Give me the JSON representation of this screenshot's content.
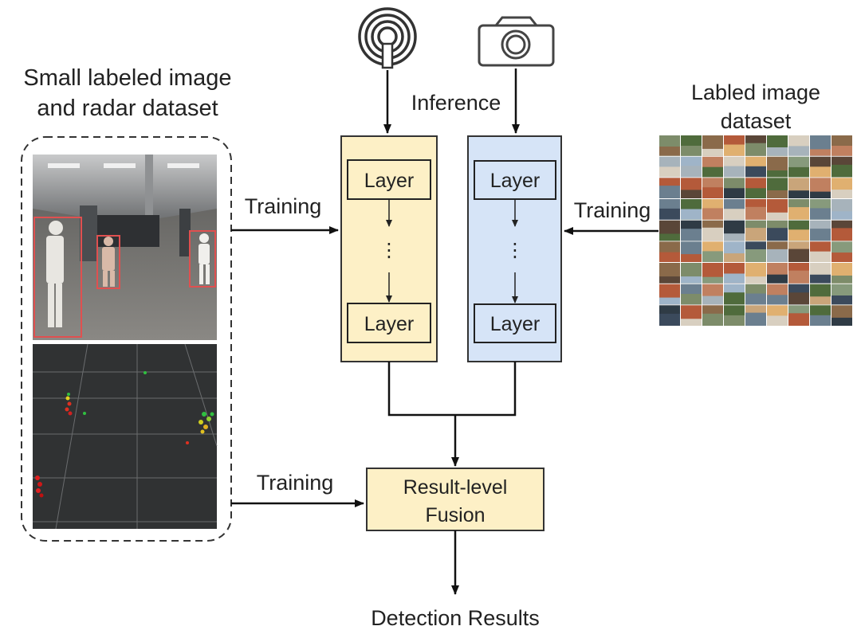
{
  "left_dataset": {
    "title_line1": "Small labeled image",
    "title_line2": "and radar dataset"
  },
  "right_dataset": {
    "title_line1": "Labled image",
    "title_line2": "dataset"
  },
  "inference_label": "Inference",
  "training_labels": {
    "to_radar_branch": "Training",
    "to_camera_branch": "Training",
    "to_fusion": "Training"
  },
  "radar_branch": {
    "top_layer": "Layer",
    "ellipsis": "⋮",
    "bottom_layer": "Layer",
    "fill_color": "#fdf0c6"
  },
  "camera_branch": {
    "top_layer": "Layer",
    "ellipsis": "⋮",
    "bottom_layer": "Layer",
    "fill_color": "#d6e4f7"
  },
  "fusion": {
    "line1": "Result-level",
    "line2": "Fusion",
    "fill_color": "#fdf0c6"
  },
  "output_label": "Detection Results",
  "icons": {
    "radar": "radar-sensor-icon",
    "camera": "camera-icon"
  }
}
